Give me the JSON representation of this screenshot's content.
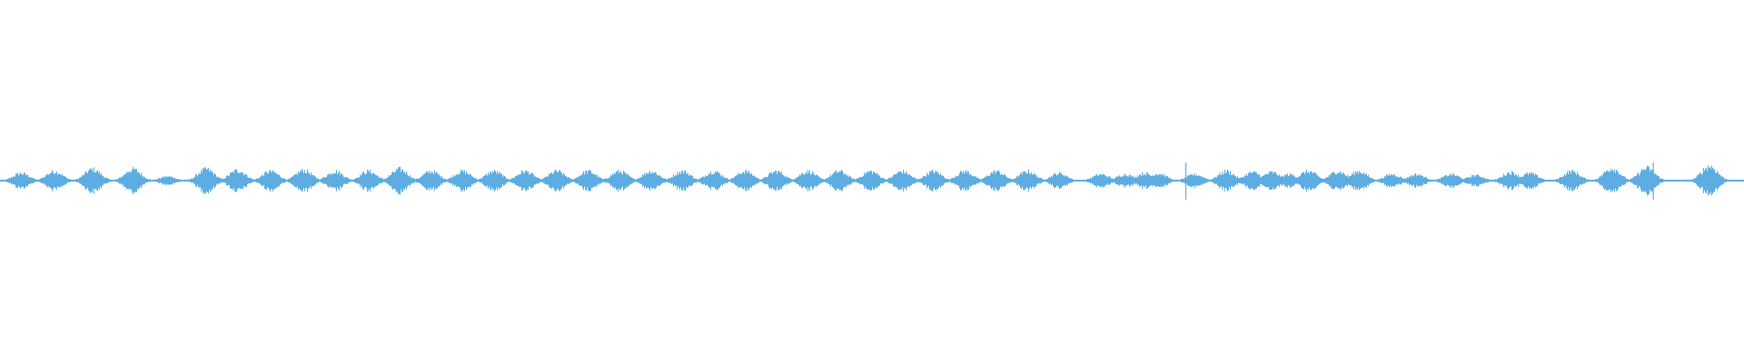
{
  "waveform": {
    "color": "#5dade2",
    "burst_centers": [
      0.012,
      0.031,
      0.053,
      0.076,
      0.096,
      0.118,
      0.136,
      0.155,
      0.174,
      0.192,
      0.211,
      0.229,
      0.247,
      0.265,
      0.283,
      0.301,
      0.319,
      0.337,
      0.355,
      0.373,
      0.391,
      0.409,
      0.427,
      0.445,
      0.463,
      0.481,
      0.499,
      0.517,
      0.535,
      0.553,
      0.571,
      0.589,
      0.607,
      0.631,
      0.645,
      0.656,
      0.664,
      0.685,
      0.703,
      0.718,
      0.729,
      0.739,
      0.75,
      0.767,
      0.779,
      0.798,
      0.812,
      0.832,
      0.846,
      0.866,
      0.877,
      0.901,
      0.924,
      0.944,
      0.98
    ],
    "burst_heights": [
      0.35,
      0.45,
      0.55,
      0.55,
      0.2,
      0.55,
      0.5,
      0.45,
      0.5,
      0.45,
      0.45,
      0.55,
      0.45,
      0.45,
      0.45,
      0.45,
      0.45,
      0.45,
      0.45,
      0.45,
      0.45,
      0.45,
      0.45,
      0.45,
      0.45,
      0.45,
      0.45,
      0.45,
      0.45,
      0.45,
      0.45,
      0.45,
      0.35,
      0.3,
      0.3,
      0.35,
      0.35,
      0.3,
      0.45,
      0.4,
      0.4,
      0.3,
      0.45,
      0.45,
      0.45,
      0.3,
      0.3,
      0.3,
      0.25,
      0.4,
      0.35,
      0.45,
      0.6,
      0.6,
      0.7
    ],
    "spike_positions": [
      0.68,
      0.948
    ],
    "baseline_amplitude": 0.04
  }
}
